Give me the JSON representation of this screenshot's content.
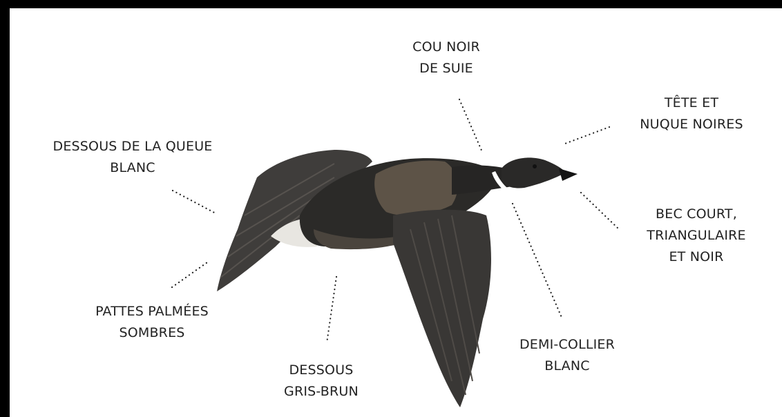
{
  "labels": {
    "neck": [
      "COU NOIR",
      "DE SUIE"
    ],
    "head": [
      "TÊTE ET",
      "NUQUE NOIRES"
    ],
    "undertail": [
      "DESSOUS DE LA QUEUE",
      "BLANC"
    ],
    "bill": [
      "BEC COURT,",
      "TRIANGULAIRE",
      "ET NOIR"
    ],
    "feet": [
      "PATTES PALMÉES",
      "SOMBRES"
    ],
    "belly": [
      "DESSOUS",
      "GRIS-BRUN"
    ],
    "collar": [
      "DEMI-COLLIER",
      "BLANC"
    ]
  },
  "colors": {
    "background": "#ffffff",
    "frame": "#000000",
    "text": "#222222",
    "leader": "#222222",
    "body_dark": "#2b2a28",
    "body_brown": "#5d5347",
    "wing_dark": "#3a3836",
    "undertail_white": "#e8e6e1",
    "collar_white": "#ffffff"
  }
}
